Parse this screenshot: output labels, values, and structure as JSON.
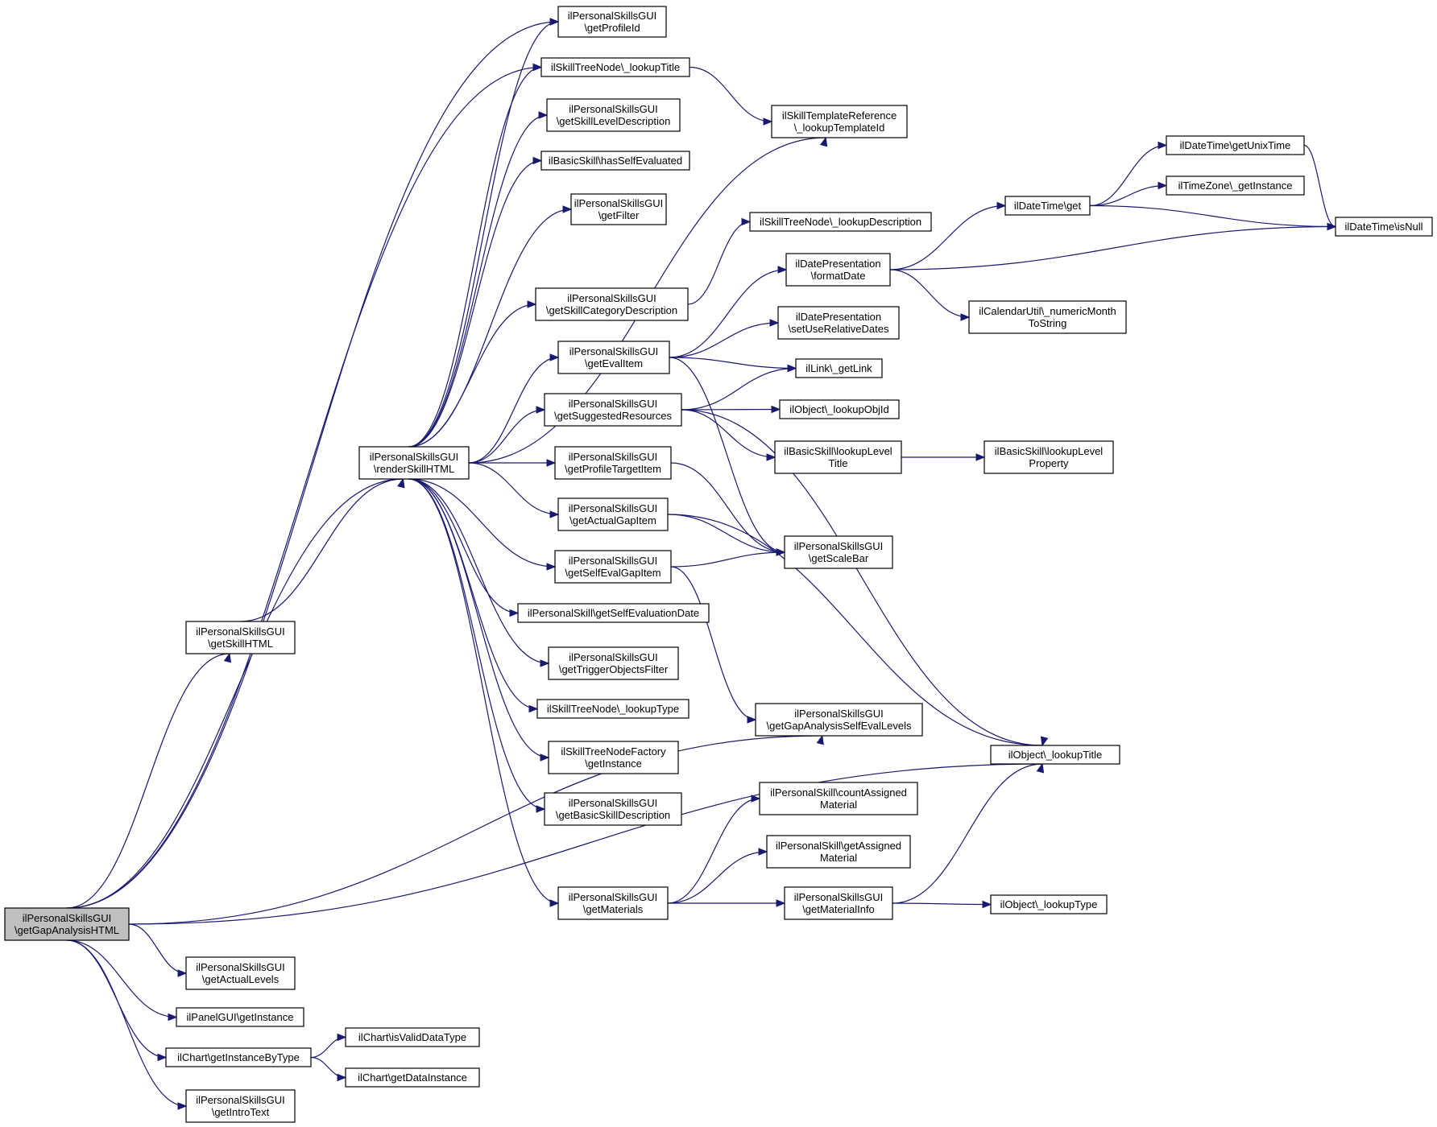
{
  "nodes": [
    {
      "id": "gap",
      "lines": [
        "ilPersonalSkillsGUI",
        "\\getGapAnalysisHTML"
      ],
      "highlight": true
    },
    {
      "id": "getProfileId",
      "lines": [
        "ilPersonalSkillsGUI",
        "\\getProfileId"
      ]
    },
    {
      "id": "lookupTitle",
      "lines": [
        "ilSkillTreeNode\\_lookupTitle"
      ]
    },
    {
      "id": "getSkillLevelDescription",
      "lines": [
        "ilPersonalSkillsGUI",
        "\\getSkillLevelDescription"
      ]
    },
    {
      "id": "hasSelfEvaluated",
      "lines": [
        "ilBasicSkill\\hasSelfEvaluated"
      ]
    },
    {
      "id": "getFilter",
      "lines": [
        "ilPersonalSkillsGUI",
        "\\getFilter"
      ]
    },
    {
      "id": "getSkillCategoryDescription",
      "lines": [
        "ilPersonalSkillsGUI",
        "\\getSkillCategoryDescription"
      ]
    },
    {
      "id": "getEvalItem",
      "lines": [
        "ilPersonalSkillsGUI",
        "\\getEvalItem"
      ]
    },
    {
      "id": "getSuggestedResources",
      "lines": [
        "ilPersonalSkillsGUI",
        "\\getSuggestedResources"
      ]
    },
    {
      "id": "renderSkillHTML",
      "lines": [
        "ilPersonalSkillsGUI",
        "\\renderSkillHTML"
      ]
    },
    {
      "id": "getProfileTargetItem",
      "lines": [
        "ilPersonalSkillsGUI",
        "\\getProfileTargetItem"
      ]
    },
    {
      "id": "getActualGapItem",
      "lines": [
        "ilPersonalSkillsGUI",
        "\\getActualGapItem"
      ]
    },
    {
      "id": "getSelfEvalGapItem",
      "lines": [
        "ilPersonalSkillsGUI",
        "\\getSelfEvalGapItem"
      ]
    },
    {
      "id": "getSelfEvaluationDate",
      "lines": [
        "ilPersonalSkill\\getSelfEvaluationDate"
      ]
    },
    {
      "id": "getTriggerObjectsFilter",
      "lines": [
        "ilPersonalSkillsGUI",
        "\\getTriggerObjectsFilter"
      ]
    },
    {
      "id": "lookupType",
      "lines": [
        "ilSkillTreeNode\\_lookupType"
      ]
    },
    {
      "id": "factoryGetInstance",
      "lines": [
        "ilSkillTreeNodeFactory",
        "\\getInstance"
      ]
    },
    {
      "id": "getBasicSkillDescription",
      "lines": [
        "ilPersonalSkillsGUI",
        "\\getBasicSkillDescription"
      ]
    },
    {
      "id": "getMaterials",
      "lines": [
        "ilPersonalSkillsGUI",
        "\\getMaterials"
      ]
    },
    {
      "id": "getSkillHTML",
      "lines": [
        "ilPersonalSkillsGUI",
        "\\getSkillHTML"
      ]
    },
    {
      "id": "getActualLevels",
      "lines": [
        "ilPersonalSkillsGUI",
        "\\getActualLevels"
      ]
    },
    {
      "id": "panelGetInstance",
      "lines": [
        "ilPanelGUI\\getInstance"
      ]
    },
    {
      "id": "getInstanceByType",
      "lines": [
        "ilChart\\getInstanceByType"
      ]
    },
    {
      "id": "getIntroText",
      "lines": [
        "ilPersonalSkillsGUI",
        "\\getIntroText"
      ]
    },
    {
      "id": "isValidDataType",
      "lines": [
        "ilChart\\isValidDataType"
      ]
    },
    {
      "id": "getDataInstance",
      "lines": [
        "ilChart\\getDataInstance"
      ]
    },
    {
      "id": "lookupTemplateId",
      "lines": [
        "ilSkillTemplateReference",
        "\\_lookupTemplateId"
      ]
    },
    {
      "id": "lookupDescription",
      "lines": [
        "ilSkillTreeNode\\_lookupDescription"
      ]
    },
    {
      "id": "formatDate",
      "lines": [
        "ilDatePresentation",
        "\\formatDate"
      ]
    },
    {
      "id": "setUseRelativeDates",
      "lines": [
        "ilDatePresentation",
        "\\setUseRelativeDates"
      ]
    },
    {
      "id": "getLink",
      "lines": [
        "ilLink\\_getLink"
      ]
    },
    {
      "id": "lookupObjId",
      "lines": [
        "ilObject\\_lookupObjId"
      ]
    },
    {
      "id": "lookupLevelTitle",
      "lines": [
        "ilBasicSkill\\lookupLevel",
        "Title"
      ]
    },
    {
      "id": "getScaleBar",
      "lines": [
        "ilPersonalSkillsGUI",
        "\\getScaleBar"
      ]
    },
    {
      "id": "getGapAnalysisSelfEvalLevels",
      "lines": [
        "ilPersonalSkillsGUI",
        "\\getGapAnalysisSelfEvalLevels"
      ]
    },
    {
      "id": "countAssignedMaterial",
      "lines": [
        "ilPersonalSkill\\countAssigned",
        "Material"
      ]
    },
    {
      "id": "getAssignedMaterial",
      "lines": [
        "ilPersonalSkill\\getAssigned",
        "Material"
      ]
    },
    {
      "id": "getMaterialInfo",
      "lines": [
        "ilPersonalSkillsGUI",
        "\\getMaterialInfo"
      ]
    },
    {
      "id": "dtGet",
      "lines": [
        "ilDateTime\\get"
      ]
    },
    {
      "id": "getUnixTime",
      "lines": [
        "ilDateTime\\getUnixTime"
      ]
    },
    {
      "id": "tzGetInstance",
      "lines": [
        "ilTimeZone\\_getInstance"
      ]
    },
    {
      "id": "isNull",
      "lines": [
        "ilDateTime\\isNull"
      ]
    },
    {
      "id": "numericMonthToString",
      "lines": [
        "ilCalendarUtil\\_numericMonth",
        "ToString"
      ]
    },
    {
      "id": "lookupLevelProperty",
      "lines": [
        "ilBasicSkill\\lookupLevel",
        "Property"
      ]
    },
    {
      "id": "objLookupTitle",
      "lines": [
        "ilObject\\_lookupTitle"
      ]
    },
    {
      "id": "objLookupType",
      "lines": [
        "ilObject\\_lookupType"
      ]
    }
  ],
  "edges": [
    [
      "gap",
      "getProfileId"
    ],
    [
      "gap",
      "lookupTitle"
    ],
    [
      "gap",
      "renderSkillHTML"
    ],
    [
      "gap",
      "getSkillHTML"
    ],
    [
      "gap",
      "getGapAnalysisSelfEvalLevels"
    ],
    [
      "gap",
      "objLookupTitle"
    ],
    [
      "gap",
      "getActualLevels"
    ],
    [
      "gap",
      "panelGetInstance"
    ],
    [
      "gap",
      "getInstanceByType"
    ],
    [
      "gap",
      "getIntroText"
    ],
    [
      "getSkillHTML",
      "renderSkillHTML"
    ],
    [
      "renderSkillHTML",
      "getProfileId"
    ],
    [
      "renderSkillHTML",
      "lookupTitle"
    ],
    [
      "renderSkillHTML",
      "getSkillLevelDescription"
    ],
    [
      "renderSkillHTML",
      "hasSelfEvaluated"
    ],
    [
      "renderSkillHTML",
      "getFilter"
    ],
    [
      "renderSkillHTML",
      "lookupTemplateId"
    ],
    [
      "renderSkillHTML",
      "getSkillCategoryDescription"
    ],
    [
      "renderSkillHTML",
      "getEvalItem"
    ],
    [
      "renderSkillHTML",
      "getSuggestedResources"
    ],
    [
      "renderSkillHTML",
      "getProfileTargetItem"
    ],
    [
      "renderSkillHTML",
      "getActualGapItem"
    ],
    [
      "renderSkillHTML",
      "getSelfEvalGapItem"
    ],
    [
      "renderSkillHTML",
      "getSelfEvaluationDate"
    ],
    [
      "renderSkillHTML",
      "getTriggerObjectsFilter"
    ],
    [
      "renderSkillHTML",
      "lookupType"
    ],
    [
      "renderSkillHTML",
      "factoryGetInstance"
    ],
    [
      "renderSkillHTML",
      "getBasicSkillDescription"
    ],
    [
      "renderSkillHTML",
      "getMaterials"
    ],
    [
      "lookupTitle",
      "lookupTemplateId"
    ],
    [
      "getSkillCategoryDescription",
      "lookupDescription"
    ],
    [
      "getEvalItem",
      "formatDate"
    ],
    [
      "getEvalItem",
      "setUseRelativeDates"
    ],
    [
      "getEvalItem",
      "getLink"
    ],
    [
      "getEvalItem",
      "getScaleBar"
    ],
    [
      "getSuggestedResources",
      "getLink"
    ],
    [
      "getSuggestedResources",
      "lookupObjId"
    ],
    [
      "getSuggestedResources",
      "lookupLevelTitle"
    ],
    [
      "getSuggestedResources",
      "objLookupTitle"
    ],
    [
      "getProfileTargetItem",
      "getScaleBar"
    ],
    [
      "getActualGapItem",
      "getScaleBar"
    ],
    [
      "getActualGapItem",
      "objLookupTitle"
    ],
    [
      "getSelfEvalGapItem",
      "getScaleBar"
    ],
    [
      "getSelfEvalGapItem",
      "getGapAnalysisSelfEvalLevels"
    ],
    [
      "getMaterials",
      "countAssignedMaterial"
    ],
    [
      "getMaterials",
      "getAssignedMaterial"
    ],
    [
      "getMaterials",
      "getMaterialInfo"
    ],
    [
      "getMaterialInfo",
      "objLookupTitle"
    ],
    [
      "getMaterialInfo",
      "objLookupType"
    ],
    [
      "formatDate",
      "dtGet"
    ],
    [
      "formatDate",
      "isNull"
    ],
    [
      "formatDate",
      "numericMonthToString"
    ],
    [
      "dtGet",
      "getUnixTime"
    ],
    [
      "dtGet",
      "tzGetInstance"
    ],
    [
      "dtGet",
      "isNull"
    ],
    [
      "getUnixTime",
      "isNull"
    ],
    [
      "lookupLevelTitle",
      "lookupLevelProperty"
    ],
    [
      "getInstanceByType",
      "isValidDataType"
    ],
    [
      "getInstanceByType",
      "getDataInstance"
    ]
  ],
  "colors": {
    "edge": "#191970",
    "node_border": "#000000",
    "highlight_fill": "#bfbfbf"
  }
}
